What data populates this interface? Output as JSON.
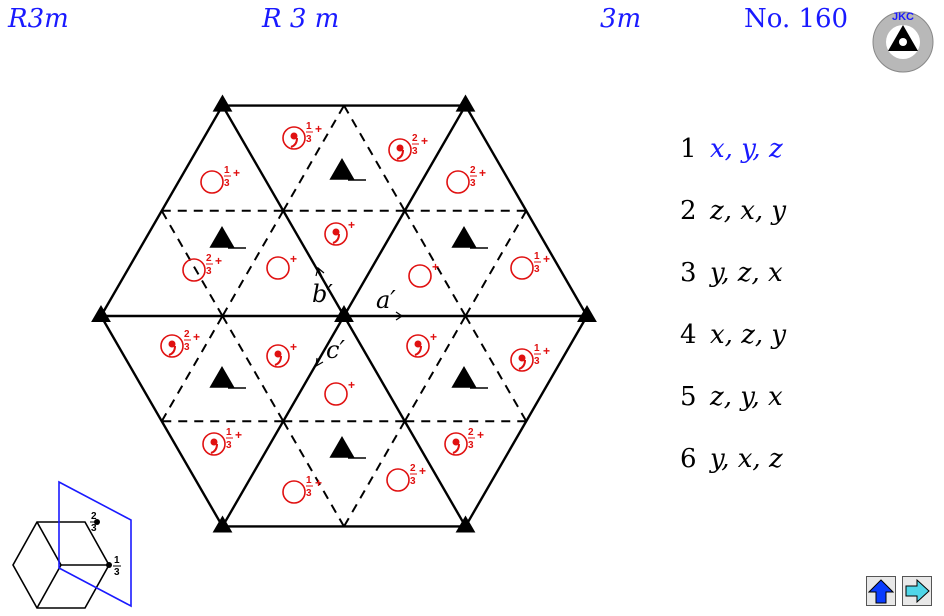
{
  "header": {
    "short_symbol": "R3m",
    "full_symbol": "R 3 m",
    "point_group": "3m",
    "number": "No. 160"
  },
  "logo": {
    "text": "JKC"
  },
  "diagram": {
    "axis_labels": {
      "a": "a′",
      "b": "b′",
      "c": "c′"
    },
    "heights": {
      "one_third": {
        "num": "1",
        "den": "3"
      },
      "two_thirds": {
        "num": "2",
        "den": "3"
      }
    },
    "symbol_signs": {
      "plus": "+"
    },
    "symbol_color": "#e01010",
    "inset_heights": {
      "upper": {
        "num": "2",
        "den": "3"
      },
      "lower": {
        "num": "1",
        "den": "3"
      }
    }
  },
  "positions": [
    {
      "num": "1",
      "coords": "x, y, z"
    },
    {
      "num": "2",
      "coords": "z, x, y"
    },
    {
      "num": "3",
      "coords": "y, z, x"
    },
    {
      "num": "4",
      "coords": "x, z, y"
    },
    {
      "num": "5",
      "coords": "z, y, x"
    },
    {
      "num": "6",
      "coords": "y, x, z"
    }
  ],
  "nav": {
    "up": "up-arrow-icon",
    "next": "right-arrow-icon"
  },
  "colors": {
    "accent": "#1a1aff",
    "symbol": "#e01010",
    "nav": "#0a3cff",
    "nav_next": "#4fd6e8"
  }
}
